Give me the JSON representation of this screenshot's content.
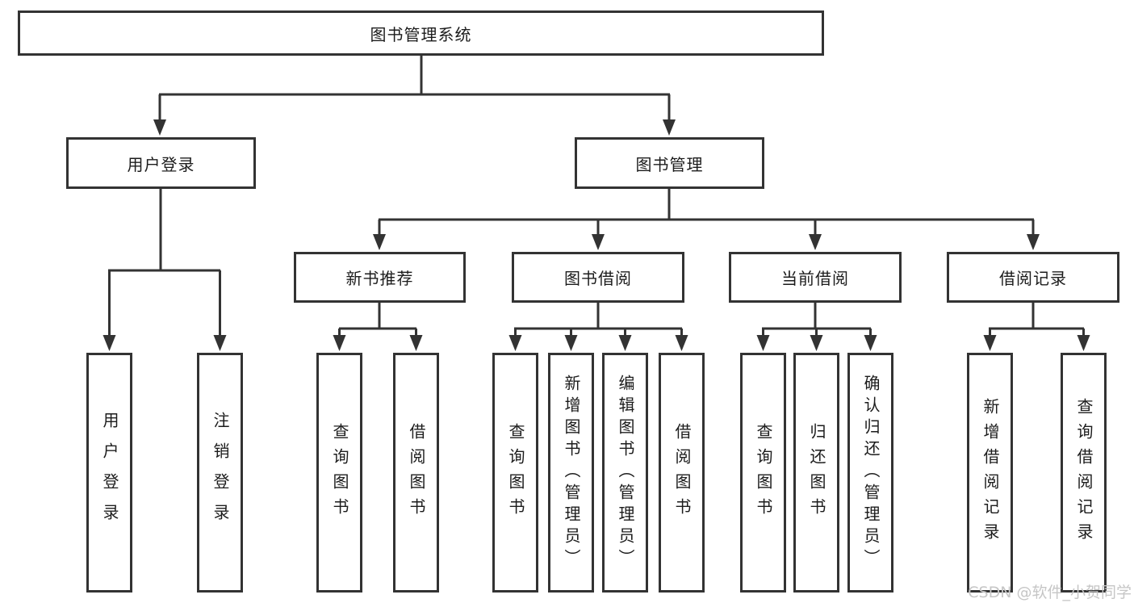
{
  "diagram_type": "tree",
  "tree": {
    "label": "图书管理系统",
    "children": [
      {
        "label": "用户登录",
        "children": [
          {
            "label": "用户登录"
          },
          {
            "label": "注销登录"
          }
        ]
      },
      {
        "label": "图书管理",
        "children": [
          {
            "label": "新书推荐",
            "children": [
              {
                "label": "查询图书"
              },
              {
                "label": "借阅图书"
              }
            ]
          },
          {
            "label": "图书借阅",
            "children": [
              {
                "label": "查询图书"
              },
              {
                "label": "新增图书（管理员）"
              },
              {
                "label": "编辑图书（管理员）"
              },
              {
                "label": "借阅图书"
              }
            ]
          },
          {
            "label": "当前借阅",
            "children": [
              {
                "label": "查询图书"
              },
              {
                "label": "归还图书"
              },
              {
                "label": "确认归还（管理员）"
              }
            ]
          },
          {
            "label": "借阅记录",
            "children": [
              {
                "label": "新增借阅记录"
              },
              {
                "label": "查询借阅记录"
              }
            ]
          }
        ]
      }
    ]
  },
  "watermark": "CSDN @软件_小贺同学",
  "colors": {
    "line": "#333333",
    "text": "#1c1c1c",
    "watermark": "#c6c6c6",
    "background": "#ffffff"
  }
}
